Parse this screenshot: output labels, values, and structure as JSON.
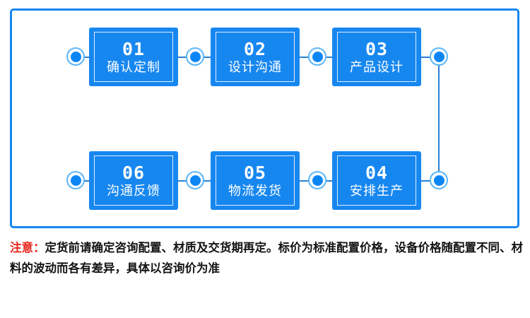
{
  "diagram": {
    "title": "order-process-flow",
    "colors": {
      "box_blue": "#1787f0",
      "frame_blue": "#1787f0",
      "node_ring": "#5bb6f7",
      "node_core": "#0d86f5",
      "connector": "#2a7fd4",
      "note_accent": "#e8281e",
      "note_text": "#141414"
    },
    "steps": [
      {
        "num": "01",
        "label": "确认定制"
      },
      {
        "num": "02",
        "label": "设计沟通"
      },
      {
        "num": "03",
        "label": "产品设计"
      },
      {
        "num": "04",
        "label": "安排生产"
      },
      {
        "num": "05",
        "label": "物流发货"
      },
      {
        "num": "06",
        "label": "沟通反馈"
      }
    ]
  },
  "note": {
    "tag": "注意：",
    "text": "定货前请确定咨询配置、材质及交货期再定。标价为标准配置价格，设备价格随配置不同、材料的波动而各有差异，具体以咨询价为准"
  }
}
